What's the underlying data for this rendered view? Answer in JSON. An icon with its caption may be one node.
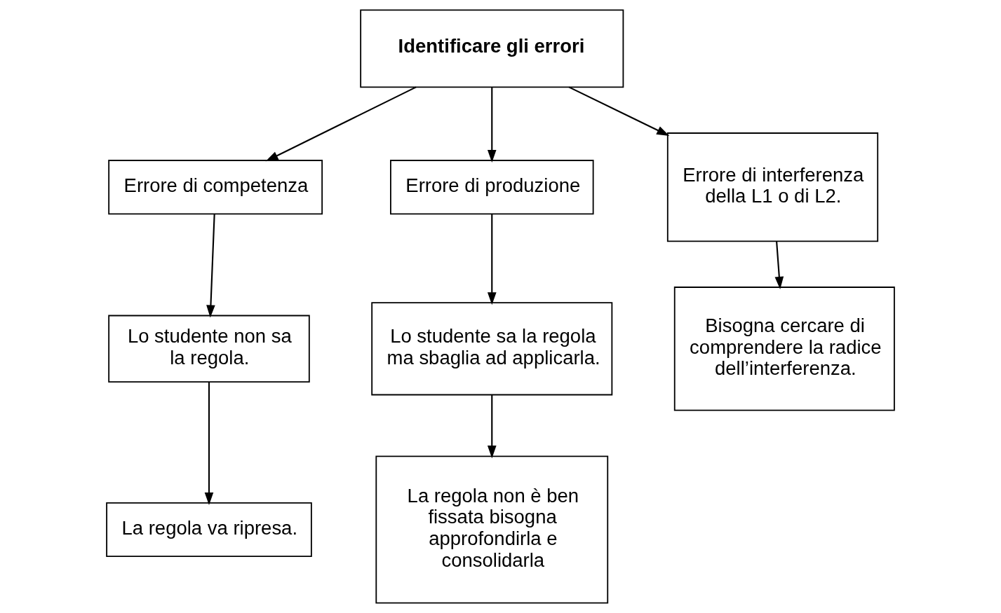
{
  "diagram": {
    "nodes": [
      {
        "text": [
          "Identificare gli errori"
        ]
      },
      {
        "text": [
          "Errore di competenza"
        ]
      },
      {
        "text": [
          "Errore di produzione"
        ]
      },
      {
        "text": [
          "Errore di interferenza della L1 o di L2."
        ]
      },
      {
        "text": [
          "Lo studente non sa la regola."
        ]
      },
      {
        "text": [
          "Lo studente sa la regola ma sbaglia ad applicarla."
        ]
      },
      {
        "text": [
          "Bisogna cercare di comprendere la radice dell’interferenza."
        ]
      },
      {
        "text": [
          "La regola va ripresa."
        ]
      },
      {
        "text": [
          "La regola non è ben fissata bisogna approfondirla e consolidarla"
        ]
      }
    ],
    "edges": [
      {
        "from": 0,
        "to": 1,
        "arrow": "to"
      },
      {
        "from": 0,
        "to": 2,
        "arrow": "to"
      },
      {
        "from": 0,
        "to": 3,
        "arrow": "to"
      },
      {
        "from": 1,
        "to": 4,
        "arrow": "to"
      },
      {
        "from": 2,
        "to": 5,
        "arrow": "to"
      },
      {
        "from": 3,
        "to": 6,
        "arrow": "to"
      },
      {
        "from": 4,
        "to": 7,
        "arrow": "to"
      },
      {
        "from": 5,
        "to": 8,
        "arrow": "to"
      }
    ]
  }
}
